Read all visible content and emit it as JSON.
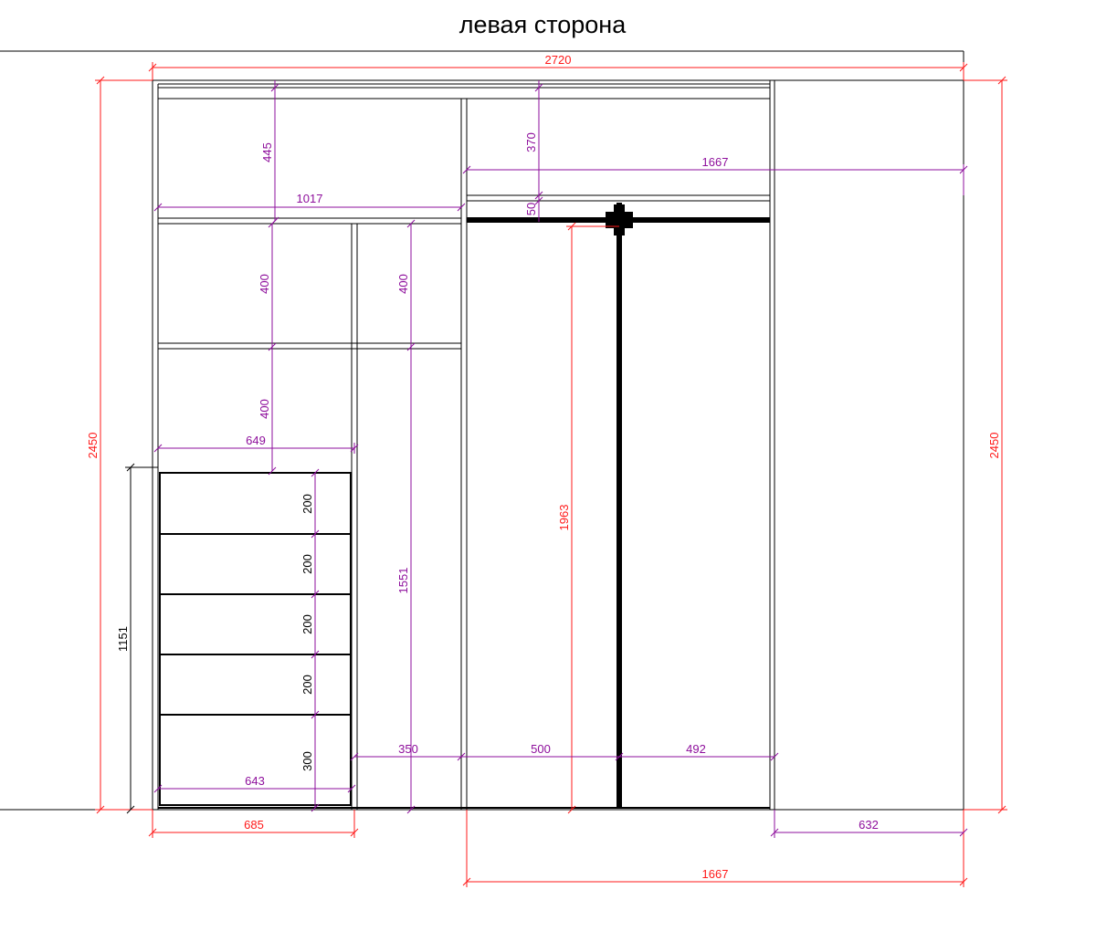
{
  "title": "левая сторона",
  "colors": {
    "outline": "#000000",
    "overall_dims": "#ff1a1a",
    "inner_dims": "#8e0f9c"
  },
  "dimensions": {
    "overall_width": "2720",
    "overall_height_left": "2450",
    "overall_height_right": "2450",
    "top_left_niche_height": "445",
    "top_left_shelf_width": "1017",
    "top_right_niche_height": "370",
    "top_right_gap": "50",
    "hanging_section_width": "1667",
    "shelf_height_left_1": "400",
    "shelf_height_left_2": "400",
    "shelf_height_mid": "400",
    "shelf_width_left": "649",
    "drawer_1": "200",
    "drawer_2": "200",
    "drawer_3": "200",
    "drawer_4": "200",
    "drawer_5": "300",
    "drawer_block_height": "1151",
    "drawer_width": "643",
    "mid_column_height": "1551",
    "mid_column_width": "350",
    "hanging_height": "1963",
    "hanging_left_width": "500",
    "hanging_right_width": "492",
    "bottom_left_width": "685",
    "bottom_right_width": "632",
    "bottom_hanging_width": "1667"
  }
}
